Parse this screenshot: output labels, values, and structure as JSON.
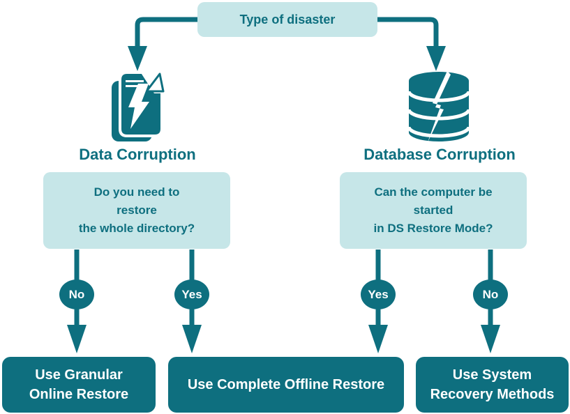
{
  "colors": {
    "teal_dark": "#0e6f7f",
    "teal_light": "#c6e6e8",
    "text_on_dark": "#ffffff"
  },
  "root": {
    "label": "Type of disaster"
  },
  "branches": [
    {
      "icon": "document-lightning-icon",
      "title": "Data Corruption",
      "question": {
        "line1": "Do you need to",
        "line2": "restore",
        "line3": "the whole directory?"
      },
      "answers": [
        {
          "label": "No"
        },
        {
          "label": "Yes"
        }
      ]
    },
    {
      "icon": "database-lightning-icon",
      "title": "Database Corruption",
      "question": {
        "line1": "Can the computer be",
        "line2": "started",
        "line3": "in DS Restore Mode?"
      },
      "answers": [
        {
          "label": "Yes"
        },
        {
          "label": "No"
        }
      ]
    }
  ],
  "outcomes": [
    {
      "line1": "Use Granular",
      "line2": "Online Restore"
    },
    {
      "line1": "Use Complete Offline Restore"
    },
    {
      "line1": "Use System",
      "line2": "Recovery Methods"
    }
  ]
}
